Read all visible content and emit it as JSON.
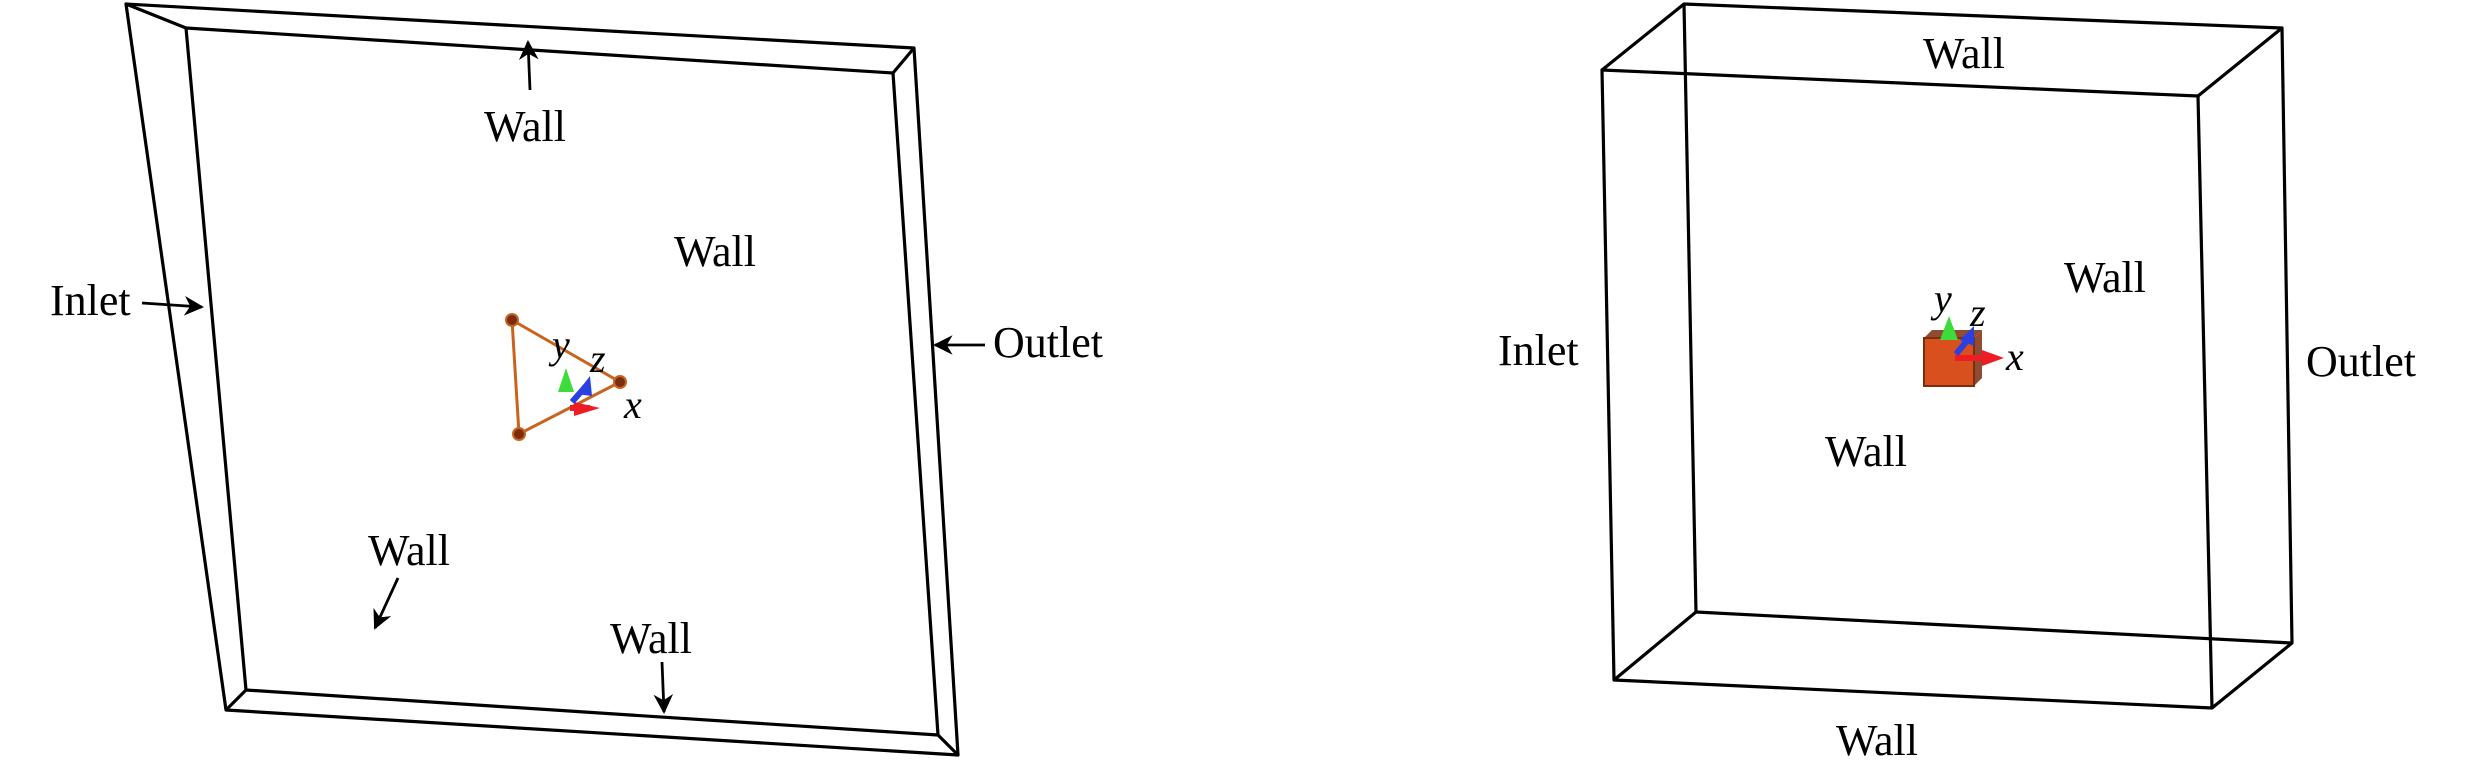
{
  "left_domain": {
    "labels": {
      "wall_top": "Wall",
      "wall_center": "Wall",
      "wall_lower_left": "Wall",
      "wall_bottom": "Wall",
      "inlet": "Inlet",
      "outlet": "Outlet"
    },
    "axes": {
      "x": "x",
      "y": "y",
      "z": "z"
    },
    "body_shape": "triangle"
  },
  "right_domain": {
    "labels": {
      "wall_top": "Wall",
      "wall_right": "Wall",
      "wall_center": "Wall",
      "wall_bottom": "Wall",
      "inlet": "Inlet",
      "outlet": "Outlet"
    },
    "axes": {
      "x": "x",
      "y": "y",
      "z": "z"
    },
    "body_shape": "cube"
  },
  "colors": {
    "edge": "#000000",
    "body_outline": "#c8641e",
    "vertex": "#7a2e0e",
    "cube_fill": "#d8501e",
    "axis_x": "#ee1c24",
    "axis_y": "#3ddc3a",
    "axis_z": "#2a40e0"
  }
}
